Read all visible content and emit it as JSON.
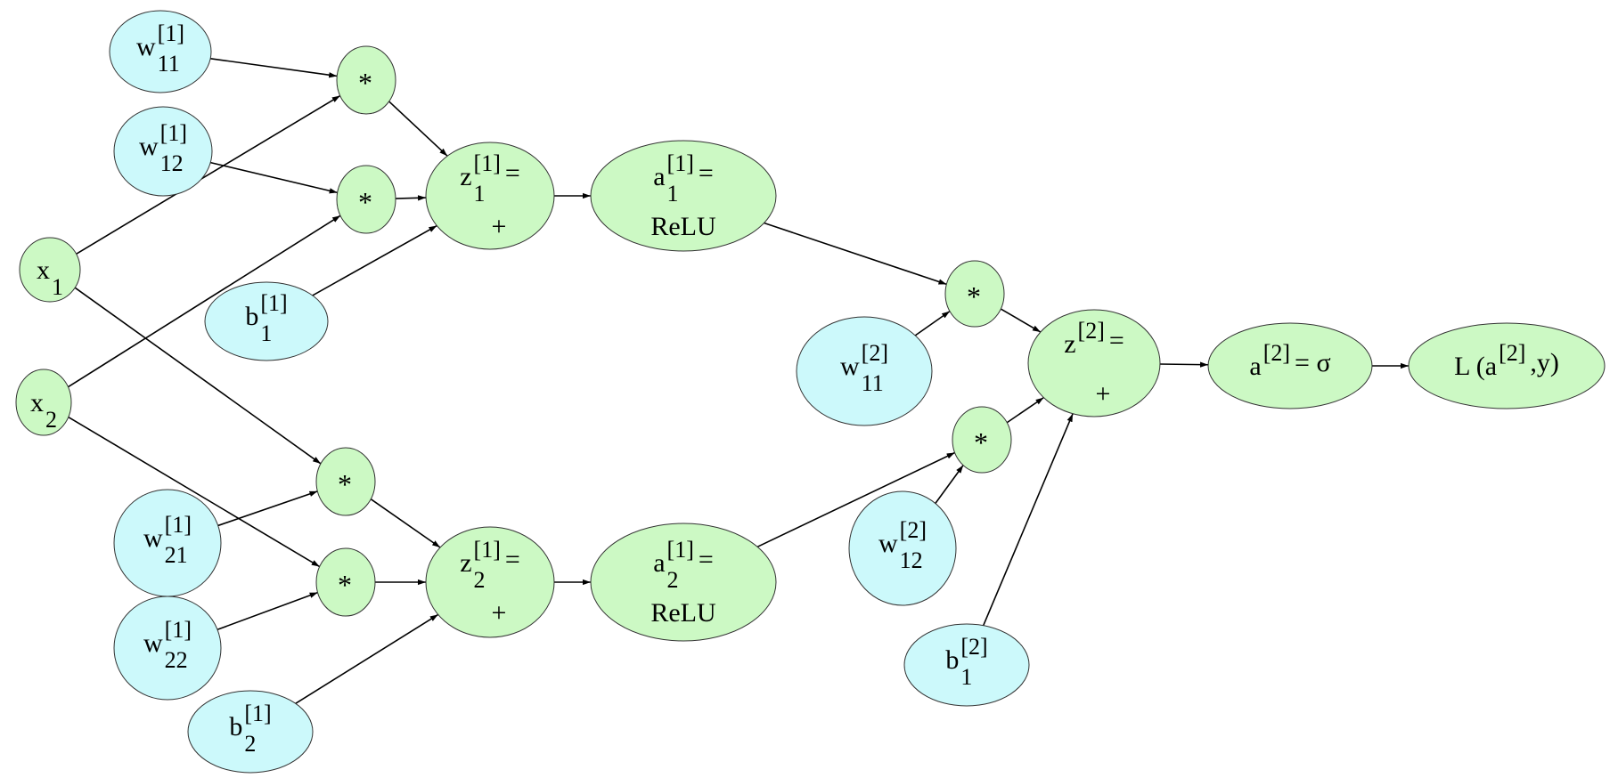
{
  "colors": {
    "input_fill": "#ccf9fb",
    "op_fill": "#ccf9c4",
    "stroke": "#000000"
  },
  "nodes": [
    {
      "id": "w1_11",
      "kind": "param",
      "base": "w",
      "sup": "[1]",
      "sub": "11"
    },
    {
      "id": "w1_12",
      "kind": "param",
      "base": "w",
      "sup": "[1]",
      "sub": "12"
    },
    {
      "id": "x1",
      "kind": "op",
      "base": "x",
      "sub": "1"
    },
    {
      "id": "x2",
      "kind": "op",
      "base": "x",
      "sub": "2"
    },
    {
      "id": "mul1",
      "kind": "op",
      "base": "*"
    },
    {
      "id": "mul2",
      "kind": "op",
      "base": "*"
    },
    {
      "id": "b1_1",
      "kind": "param",
      "base": "b",
      "sup": "[1]",
      "sub": "1"
    },
    {
      "id": "z1_1",
      "kind": "op",
      "base": "z",
      "sup": "[1]",
      "sub": "1",
      "tail": "=",
      "line2": "+"
    },
    {
      "id": "a1_1",
      "kind": "op",
      "base": "a",
      "sup": "[1]",
      "sub": "1",
      "tail": "=",
      "line2": "ReLU"
    },
    {
      "id": "mul5",
      "kind": "op",
      "base": "*"
    },
    {
      "id": "mul6",
      "kind": "op",
      "base": "*"
    },
    {
      "id": "w1_21",
      "kind": "param",
      "base": "w",
      "sup": "[1]",
      "sub": "21"
    },
    {
      "id": "w1_22",
      "kind": "param",
      "base": "w",
      "sup": "[1]",
      "sub": "22"
    },
    {
      "id": "b1_2",
      "kind": "param",
      "base": "b",
      "sup": "[1]",
      "sub": "2"
    },
    {
      "id": "z1_2",
      "kind": "op",
      "base": "z",
      "sup": "[1]",
      "sub": "2",
      "tail": "=",
      "line2": "+"
    },
    {
      "id": "a1_2",
      "kind": "op",
      "base": "a",
      "sup": "[1]",
      "sub": "2",
      "tail": "=",
      "line2": "ReLU"
    },
    {
      "id": "mul3",
      "kind": "op",
      "base": "*"
    },
    {
      "id": "mul4",
      "kind": "op",
      "base": "*"
    },
    {
      "id": "w2_11",
      "kind": "param",
      "base": "w",
      "sup": "[2]",
      "sub": "11"
    },
    {
      "id": "w2_12",
      "kind": "param",
      "base": "w",
      "sup": "[2]",
      "sub": "12"
    },
    {
      "id": "b2_1",
      "kind": "param",
      "base": "b",
      "sup": "[2]",
      "sub": "1"
    },
    {
      "id": "z2",
      "kind": "op",
      "base": "z",
      "sup": "[2]",
      "tail": "=",
      "line2": "+"
    },
    {
      "id": "a2",
      "kind": "op",
      "base": "a",
      "sup": "[2]",
      "tail": "= σ"
    },
    {
      "id": "loss",
      "kind": "op",
      "base": "L (a",
      "sup": "[2]",
      "tail": ",y)"
    }
  ],
  "edges": [
    [
      "w1_11",
      "mul1"
    ],
    [
      "x1",
      "mul1"
    ],
    [
      "w1_12",
      "mul2"
    ],
    [
      "x2",
      "mul2"
    ],
    [
      "mul1",
      "z1_1"
    ],
    [
      "mul2",
      "z1_1"
    ],
    [
      "b1_1",
      "z1_1"
    ],
    [
      "z1_1",
      "a1_1"
    ],
    [
      "x1",
      "mul5"
    ],
    [
      "x2",
      "mul6"
    ],
    [
      "w1_21",
      "mul5"
    ],
    [
      "w1_22",
      "mul6"
    ],
    [
      "mul5",
      "z1_2"
    ],
    [
      "mul6",
      "z1_2"
    ],
    [
      "b1_2",
      "z1_2"
    ],
    [
      "z1_2",
      "a1_2"
    ],
    [
      "a1_1",
      "mul3"
    ],
    [
      "w2_11",
      "mul3"
    ],
    [
      "a1_2",
      "mul4"
    ],
    [
      "w2_12",
      "mul4"
    ],
    [
      "mul3",
      "z2"
    ],
    [
      "mul4",
      "z2"
    ],
    [
      "b2_1",
      "z2"
    ],
    [
      "z2",
      "a2"
    ],
    [
      "a2",
      "loss"
    ]
  ]
}
